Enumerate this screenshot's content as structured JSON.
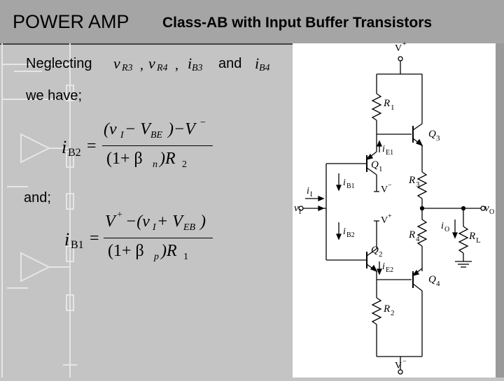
{
  "header": {
    "title": "POWER AMP",
    "subtitle": "Class-AB with Input Buffer Transistors"
  },
  "body": {
    "neglecting": "Neglecting",
    "and_word": "and",
    "we_have": "we have;",
    "and_semicolon": "and;",
    "neglect_vars": {
      "v": "v",
      "R3": "R3",
      "R4": "R4",
      "i": "i",
      "B3": "B3",
      "B4": "B4"
    },
    "eq1": {
      "lhs_i": "i",
      "lhs_sub": "B2",
      "num": "(v",
      "num_I": "I",
      "num_minus_V": " − V",
      "num_BE": "BE",
      "num_rest": ")−V",
      "num_sup": "−",
      "den": "(1+ β",
      "den_n": "n",
      "den_rest": ")R",
      "den_2": "2"
    },
    "eq2": {
      "lhs_i": "i",
      "lhs_sub": "B1",
      "num_V": "V",
      "num_sup": "+",
      "num_mid": "−(v",
      "num_I": "I",
      "num_plus": " + V",
      "num_EB": "EB",
      "num_close": ")",
      "den": "(1+ β",
      "den_p": "p",
      "den_rest": ")R",
      "den_1": "1"
    }
  },
  "circuit": {
    "vplus_top": "V",
    "vplus_sup": "+",
    "vminus_bot": "V",
    "vminus_sup": "−",
    "R1": "R",
    "R1s": "1",
    "R2": "R",
    "R2s": "2",
    "R3": "R",
    "R3s": "3",
    "R4": "R",
    "R4s": "4",
    "RL": "R",
    "RLs": "L",
    "Q1": "Q",
    "Q1s": "1",
    "Q2": "Q",
    "Q2s": "2",
    "Q3": "Q",
    "Q3s": "3",
    "Q4": "Q",
    "Q4s": "4",
    "iE1": "i",
    "iE1s": "E1",
    "iE2": "i",
    "iE2s": "E2",
    "iB1": "i",
    "iB1s": "B1",
    "iB2": "i",
    "iB2s": "B2",
    "iI": "i",
    "iIs": "I",
    "vI": "v",
    "vIs": "I",
    "vO": "v",
    "vOs": "O",
    "iO": "i",
    "iOs": "O",
    "q1_vminus": "V",
    "q1_vminus_sup": "−",
    "q2_vplus": "V",
    "q2_vplus_sup": "+"
  },
  "colors": {
    "title_bg": "#a5a5a5",
    "body_bg": "#c4c4c4",
    "circuit_bg": "#ffffff"
  }
}
